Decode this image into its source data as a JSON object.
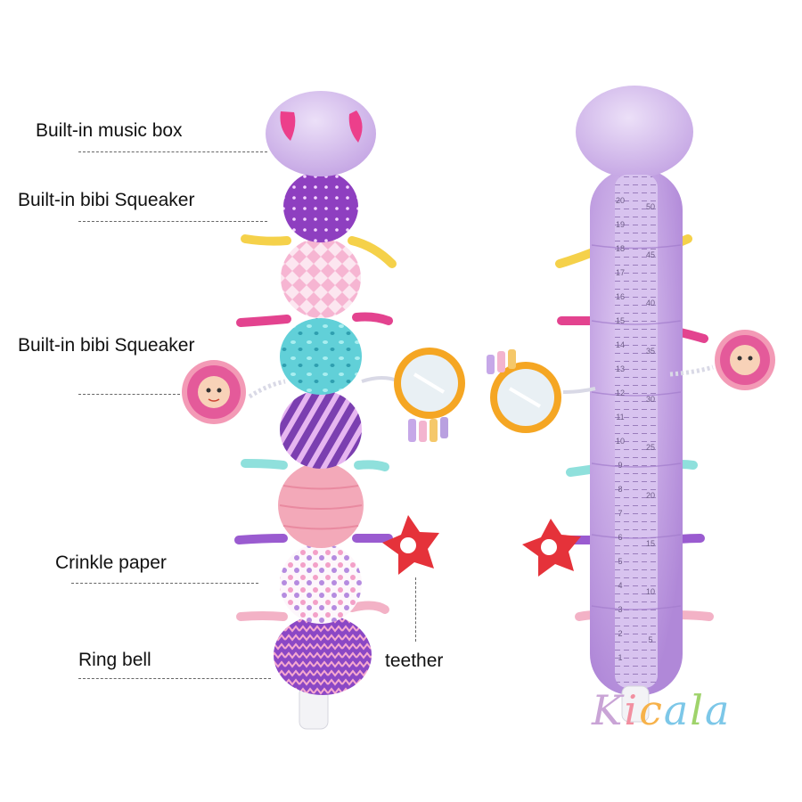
{
  "callouts": {
    "music_box": "Built-in music box",
    "squeaker_1": "Built-in bibi Squeaker",
    "squeaker_2": "Built-in bibi Squeaker",
    "crinkle": "Crinkle paper",
    "ring_bell": "Ring bell",
    "teether": "teether"
  },
  "ruler": {
    "inner_ticks": [
      "20",
      "19",
      "18",
      "17",
      "16",
      "15",
      "14",
      "13",
      "12",
      "11",
      "10",
      "9",
      "8",
      "7",
      "6",
      "5",
      "4",
      "3",
      "2",
      "1"
    ],
    "outer_ticks": [
      "50",
      "45",
      "40",
      "35",
      "30",
      "25",
      "20",
      "15",
      "10",
      "5"
    ]
  },
  "brand": {
    "letters": [
      "K",
      "i",
      "c",
      "a",
      "l",
      "a"
    ],
    "colors": [
      "#c9a4d6",
      "#f28fa0",
      "#f7b24a",
      "#7cc7e8",
      "#9fd36b",
      "#7cc7e8"
    ]
  },
  "colors": {
    "plush_purple": "#c39ee2",
    "segment_pink": "#f3a9b9",
    "segment_teal": "#5fd0d6",
    "teether_red": "#e5323a",
    "mirror_orange": "#f5a623"
  }
}
